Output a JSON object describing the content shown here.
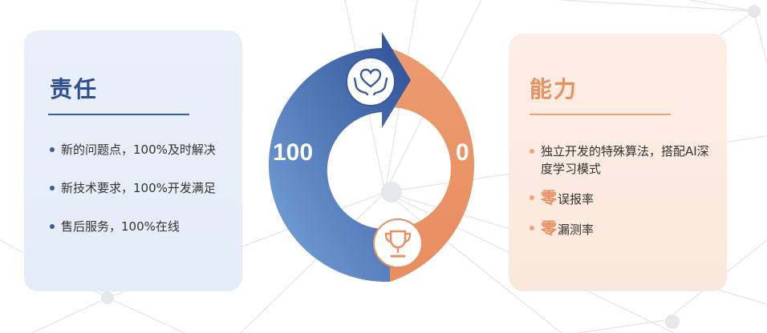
{
  "left_card": {
    "title": "责任",
    "items": [
      "新的问题点，100%及时解决",
      "新技术要求，100%开发满足",
      "售后服务，100%在线"
    ]
  },
  "center": {
    "left_value": "100",
    "right_value": "0",
    "top_icon": "heart-hands-icon",
    "bottom_icon": "trophy-icon"
  },
  "right_card": {
    "title": "能力",
    "items": [
      {
        "prefix": "",
        "text": "独立开发的特殊算法，搭配AI深度学习模式"
      },
      {
        "prefix": "零",
        "text": "误报率"
      },
      {
        "prefix": "零",
        "text": "漏测率"
      }
    ]
  },
  "colors": {
    "blue": "#3a5c9c",
    "light_blue": "#6e9bd6",
    "orange": "#e9956a",
    "card_blue": "#e6edf8",
    "card_orange": "#fdebe0"
  }
}
